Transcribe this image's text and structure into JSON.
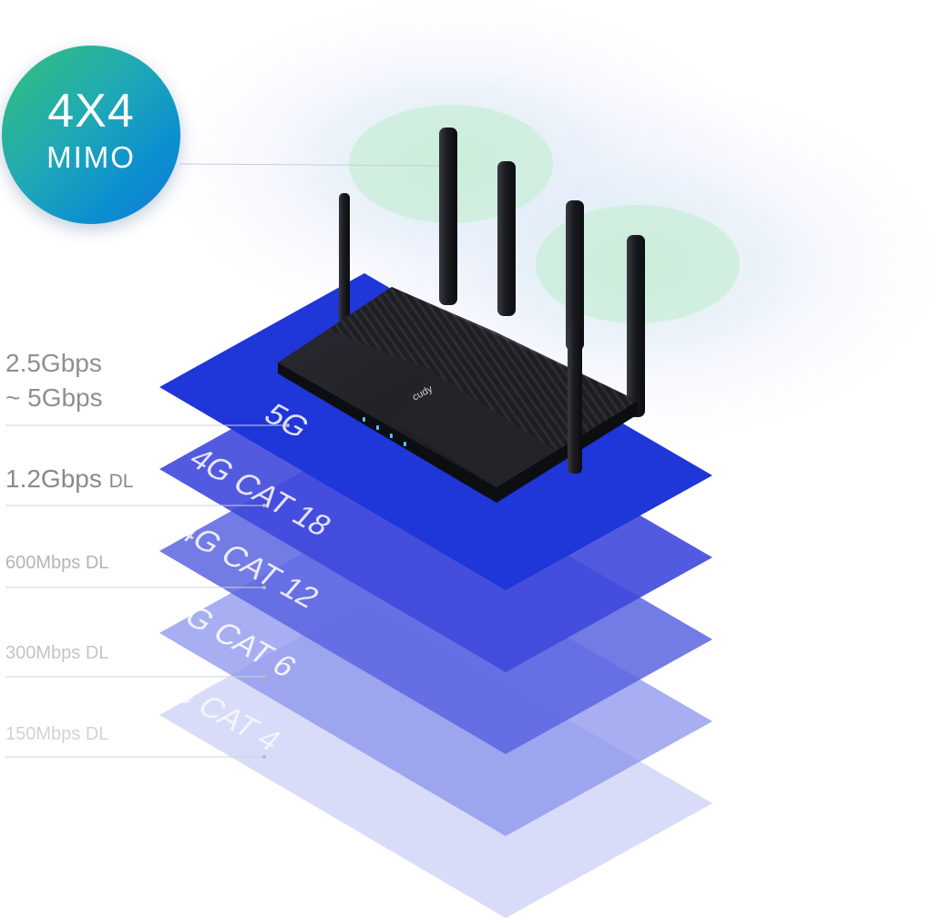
{
  "badge": {
    "line1": "4X4",
    "line2": "MIMO"
  },
  "speeds": [
    {
      "id": "speed-1",
      "lines": [
        "2.5Gbps",
        "~ 5Gbps"
      ],
      "unit": ""
    },
    {
      "id": "speed-2",
      "lines": [
        "1.2Gbps"
      ],
      "unit": "DL"
    },
    {
      "id": "speed-3",
      "lines": [
        "600Mbps"
      ],
      "unit": "DL"
    },
    {
      "id": "speed-4",
      "lines": [
        "300Mbps"
      ],
      "unit": "DL"
    },
    {
      "id": "speed-5",
      "lines": [
        "150Mbps"
      ],
      "unit": "DL"
    }
  ],
  "layers": [
    {
      "label": "4G CAT 4",
      "color": "#b9c0f3",
      "opacity": 0.55,
      "text_color": "#ffffff"
    },
    {
      "label": "4G CAT 6",
      "color": "#8a93ec",
      "opacity": 0.75,
      "text_color": "#ffffff"
    },
    {
      "label": "4G CAT 12",
      "color": "#5a64e0",
      "opacity": 0.85,
      "text_color": "#ffffff"
    },
    {
      "label": "4G CAT 18",
      "color": "#3f48dc",
      "opacity": 0.9,
      "text_color": "#ffffff"
    },
    {
      "label": "5G",
      "color": "#1f36d8",
      "opacity": 1,
      "text_color": "#ffffff"
    }
  ],
  "router": {
    "brand": "cudy",
    "body_color": "#1c1d22"
  },
  "colors": {
    "accent_blue": "#1f36d8",
    "signal_green": "#6fd3a3",
    "leader_line": "#c9cbd6"
  }
}
